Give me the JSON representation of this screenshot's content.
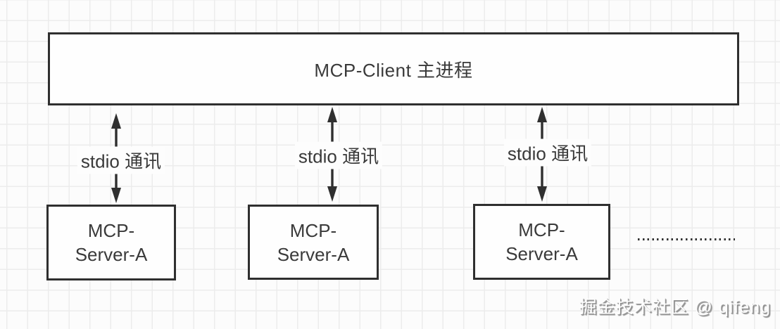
{
  "diagram": {
    "client_box": {
      "label": "MCP-Client 主进程"
    },
    "connections": [
      {
        "label": "stdio 通讯",
        "icon": "double-headed-vertical-arrow"
      },
      {
        "label": "stdio 通讯",
        "icon": "double-headed-vertical-arrow"
      },
      {
        "label": "stdio 通讯",
        "icon": "double-headed-vertical-arrow"
      }
    ],
    "servers": [
      {
        "line1": "MCP-",
        "line2": "Server-A"
      },
      {
        "line1": "MCP-",
        "line2": "Server-A"
      },
      {
        "line1": "MCP-",
        "line2": "Server-A"
      }
    ],
    "continuation": {
      "icon": "horizontal-dotted-line"
    }
  },
  "watermark": {
    "text": "掘金技术社区 @ qifeng"
  },
  "colors": {
    "background": "#fcfcfc",
    "grid_line": "#ececec",
    "stroke": "#2f2f2f",
    "text": "#3a3a3a",
    "watermark_fill": "#fdfdfd",
    "watermark_shadow": "#8c8c8c"
  }
}
